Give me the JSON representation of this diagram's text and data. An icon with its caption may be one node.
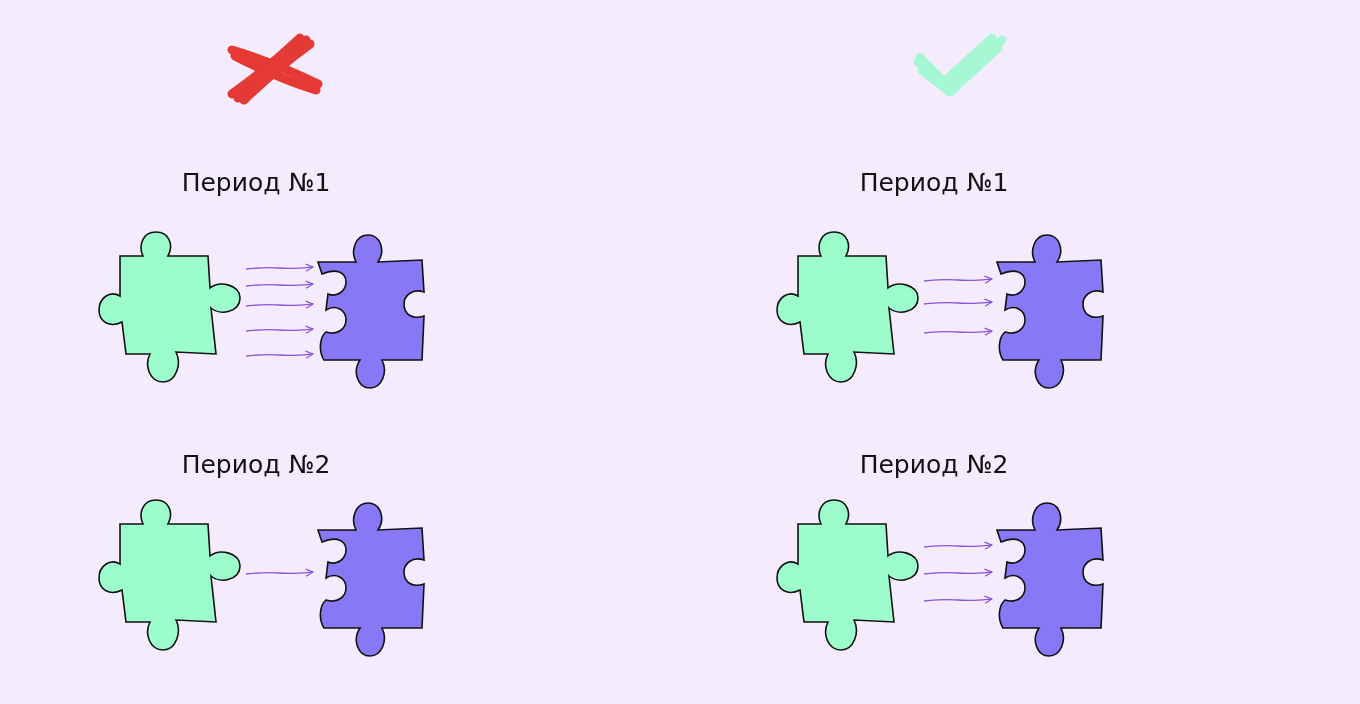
{
  "diagram": {
    "nodes": [
      {
        "text": [],
        "shape": "puzzle"
      },
      {
        "text": [],
        "shape": "puzzle"
      },
      {
        "text": [],
        "shape": "puzzle"
      },
      {
        "text": [],
        "shape": "puzzle"
      },
      {
        "text": [],
        "shape": "puzzle"
      },
      {
        "text": [],
        "shape": "puzzle"
      },
      {
        "text": [],
        "shape": "puzzle"
      },
      {
        "text": [],
        "shape": "puzzle"
      }
    ],
    "edges": [
      {
        "from": 0,
        "to": 1,
        "arrow": "to"
      },
      {
        "from": 0,
        "to": 1,
        "arrow": "to"
      },
      {
        "from": 0,
        "to": 1,
        "arrow": "to"
      },
      {
        "from": 0,
        "to": 1,
        "arrow": "to"
      },
      {
        "from": 0,
        "to": 1,
        "arrow": "to"
      },
      {
        "from": 2,
        "to": 3,
        "arrow": "to"
      },
      {
        "from": 2,
        "to": 3,
        "arrow": "to"
      },
      {
        "from": 2,
        "to": 3,
        "arrow": "to"
      },
      {
        "from": 4,
        "to": 5,
        "arrow": "to"
      },
      {
        "from": 6,
        "to": 7,
        "arrow": "to"
      },
      {
        "from": 6,
        "to": 7,
        "arrow": "to"
      },
      {
        "from": 6,
        "to": 7,
        "arrow": "to"
      }
    ],
    "labels": [
      "Период №1",
      "Период №1",
      "Период №2",
      "Период №2"
    ]
  }
}
